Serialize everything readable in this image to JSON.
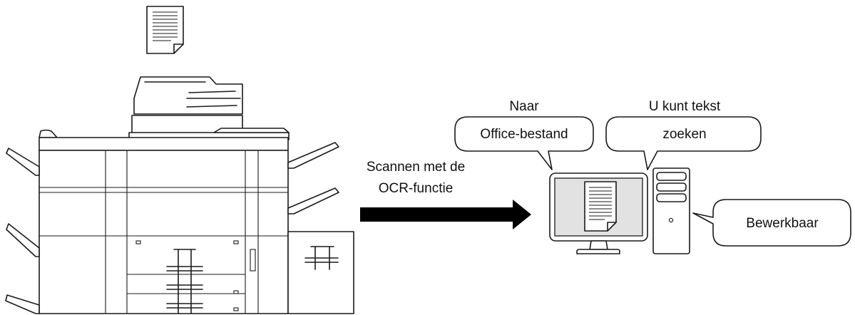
{
  "scan_label": [
    "Scannen met de",
    "OCR-functie"
  ],
  "bubbles": {
    "office": [
      "Naar",
      "Office-bestand"
    ],
    "search": [
      "U kunt tekst",
      "zoeken"
    ],
    "editable": [
      "Bewerkbaar"
    ]
  },
  "colors": {
    "line": "#1a1a1a",
    "arrow": "#000000",
    "screen": "#e2e2e2",
    "background": "#ffffff"
  },
  "icons": {
    "source_document": "document-icon",
    "scanner": "multifunction-printer-icon",
    "computer": "desktop-computer-icon",
    "screen_document": "document-icon"
  }
}
